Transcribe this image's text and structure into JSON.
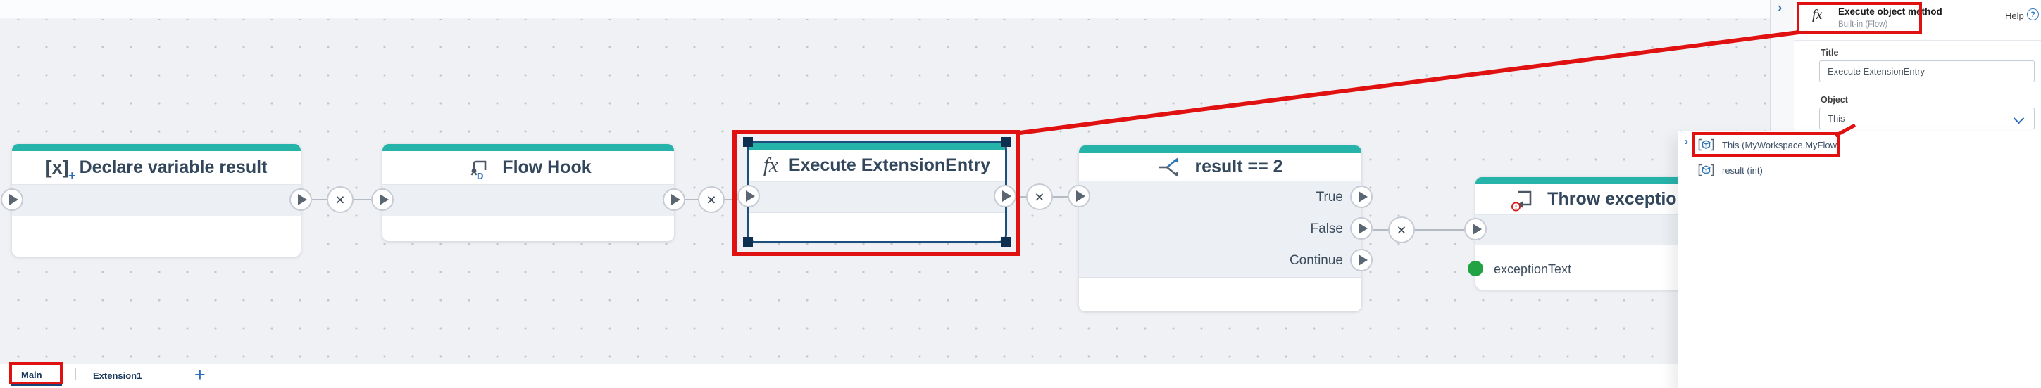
{
  "canvas": {
    "nodes": [
      {
        "title": "Declare variable result",
        "icon": "declare-variable-icon"
      },
      {
        "title": "Flow Hook",
        "icon": "flow-hook-icon"
      },
      {
        "title": "Execute ExtensionEntry",
        "icon": "fx-icon",
        "selected": true
      },
      {
        "title": "result == 2",
        "icon": "branch-icon",
        "branches": [
          "True",
          "False",
          "Continue"
        ]
      },
      {
        "title": "Throw exception",
        "icon": "throw-exception-icon",
        "output_ports": [
          "exceptionText"
        ]
      }
    ]
  },
  "panel": {
    "header": {
      "title": "Execute object method",
      "subtitle": "Built-in (Flow)",
      "help_label": "Help"
    },
    "fields": [
      {
        "label": "Title",
        "value": "Execute ExtensionEntry",
        "type": "text"
      },
      {
        "label": "Object",
        "value": "This",
        "type": "select"
      }
    ],
    "dropdown": {
      "items": [
        {
          "label": "This (MyWorkspace.MyFlow)",
          "expandable": true,
          "highlighted": true
        },
        {
          "label": "result (int)",
          "expandable": false
        }
      ]
    }
  },
  "tabs": {
    "items": [
      {
        "label": "Main",
        "active": true
      },
      {
        "label": "Extension1",
        "active": false
      }
    ],
    "add_label": "+"
  },
  "icons": {
    "junction": "×",
    "collapse": "›",
    "dropdown_expand": "›",
    "help": "?",
    "fx": "fx",
    "declare_base": "[x]",
    "declare_plus": "+",
    "hook_letter": "D"
  },
  "colors": {
    "accent_teal": "#26b3aa",
    "annotation_red": "#e01111",
    "selection_navy": "#1d4f7e",
    "link_blue": "#2b6cb8",
    "port_green": "#21a243"
  }
}
